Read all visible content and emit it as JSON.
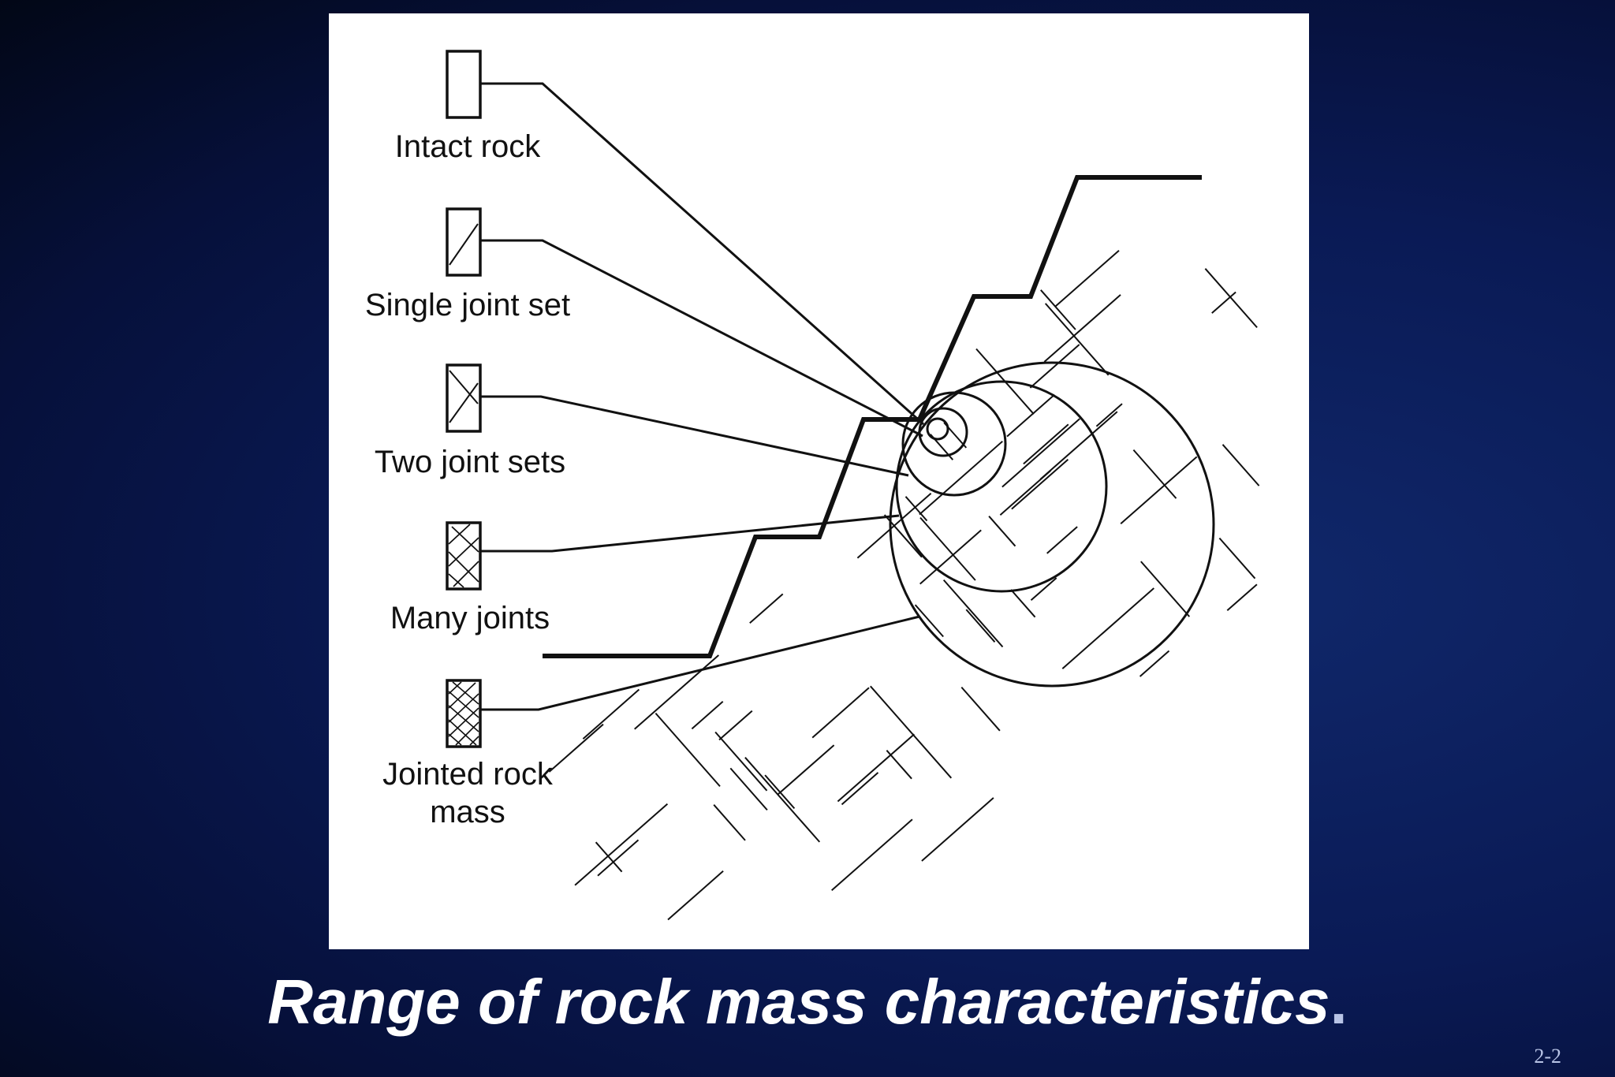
{
  "slide": {
    "title": "Range of rock mass characteristics",
    "title_period": ".",
    "page_number": "2-2"
  },
  "diagram": {
    "labels": [
      {
        "id": "intact-rock",
        "text": "Intact rock",
        "hatching": "none"
      },
      {
        "id": "single-joint-set",
        "text": "Single joint set",
        "hatching": "one-diagonal"
      },
      {
        "id": "two-joint-sets",
        "text": "Two joint sets",
        "hatching": "two-diagonals"
      },
      {
        "id": "many-joints",
        "text": "Many joints",
        "hatching": "cross-hatch"
      },
      {
        "id": "jointed-rock-mass-line1",
        "text": "Jointed rock",
        "hatching": "dense-cross-hatch"
      },
      {
        "id": "jointed-rock-mass-line2",
        "text": "mass"
      }
    ],
    "colors": {
      "background_dark": "#06103a",
      "panel": "#ffffff",
      "ink": "#111111",
      "title_text": "#ffffff",
      "page_number_text": "#b8c4e6"
    }
  }
}
